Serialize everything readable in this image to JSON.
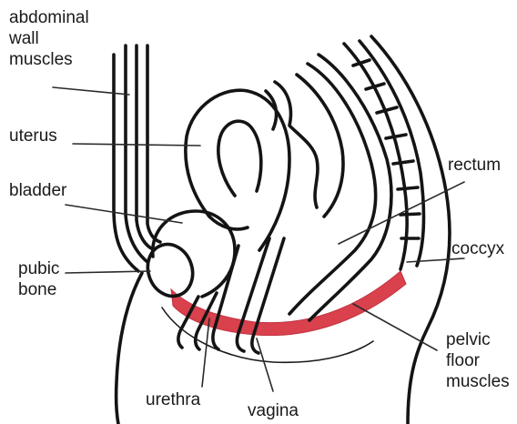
{
  "labels": {
    "abdominal_wall_muscles": "abdominal\nwall\nmuscles",
    "uterus": "uterus",
    "bladder": "bladder",
    "pubic_bone": "pubic\nbone",
    "rectum": "rectum",
    "coccyx": "coccyx",
    "pelvic_floor_muscles": "pelvic\nfloor\nmuscles",
    "urethra": "urethra",
    "vagina": "vagina"
  },
  "colors": {
    "outline": "#141414",
    "pelvic_floor": "#d9414d",
    "background": "#ffffff"
  }
}
